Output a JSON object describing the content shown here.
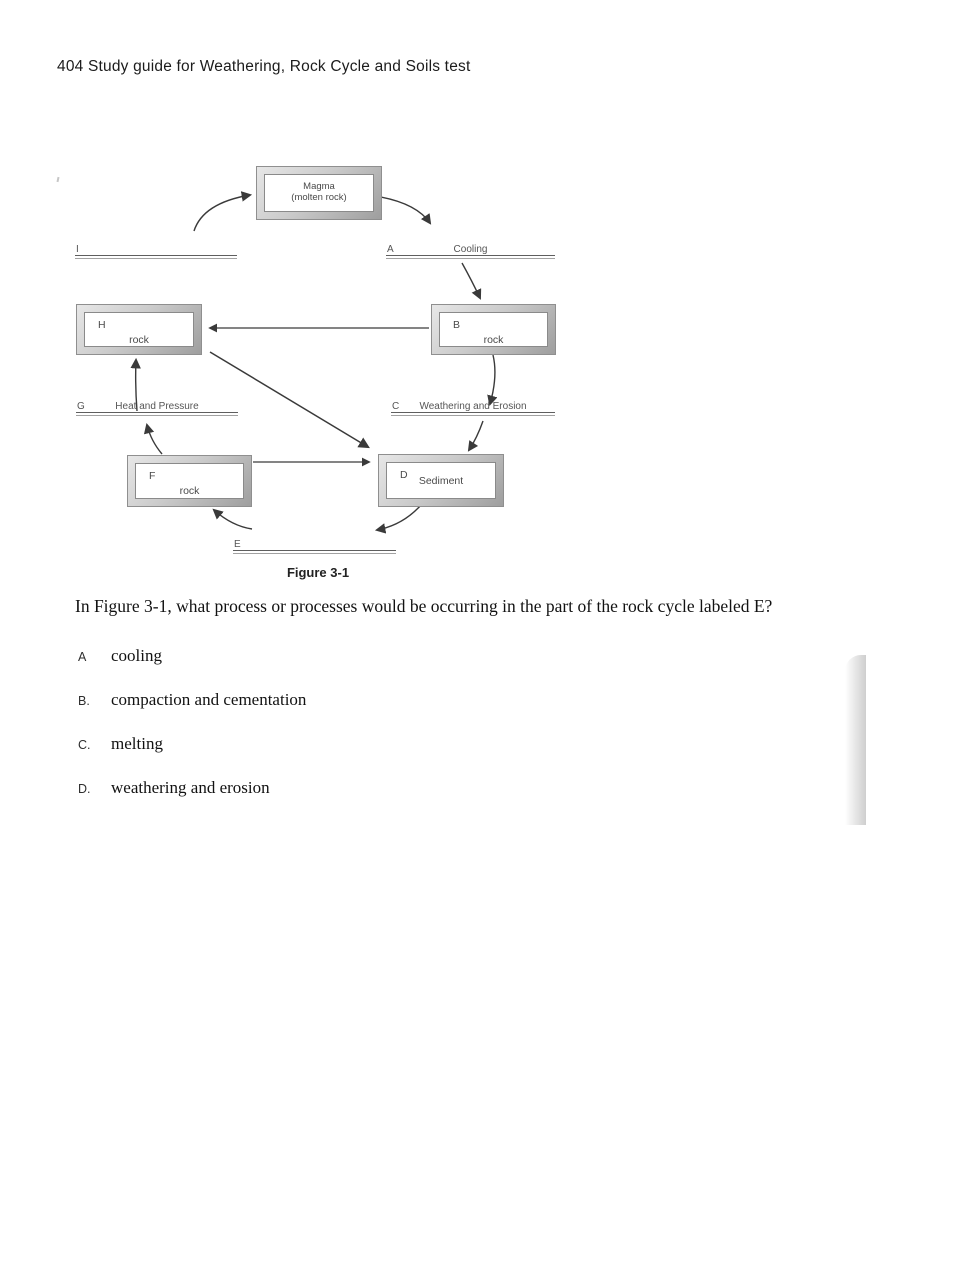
{
  "header": {
    "title": "404 Study guide for Weathering, Rock Cycle and Soils test"
  },
  "figure": {
    "caption": "Figure 3-1",
    "nodes": {
      "magma": {
        "label_line1": "Magma",
        "label_line2": "(molten rock)"
      },
      "h": {
        "letter": "H",
        "label": "rock"
      },
      "b": {
        "letter": "B",
        "label": "rock"
      },
      "f": {
        "letter": "F",
        "label": "rock"
      },
      "d": {
        "letter": "D",
        "label": "Sediment"
      }
    },
    "process_lines": {
      "i": {
        "letter": "I",
        "label": ""
      },
      "a": {
        "letter": "A",
        "label": "Cooling"
      },
      "g": {
        "letter": "G",
        "label": "Heat and Pressure"
      },
      "c": {
        "letter": "C",
        "label": "Weathering and Erosion"
      },
      "e": {
        "letter": "E",
        "label": ""
      }
    }
  },
  "question": {
    "prompt": "In Figure 3-1, what process or processes would be occurring in the part of the rock cycle labeled E?",
    "options": [
      {
        "letter": "A",
        "text": "cooling"
      },
      {
        "letter": "B.",
        "text": "compaction and cementation"
      },
      {
        "letter": "C.",
        "text": "melting"
      },
      {
        "letter": "D.",
        "text": "weathering and erosion"
      }
    ]
  },
  "colors": {
    "ink": "#1c1c1c",
    "diagram_line": "#3a3a3a",
    "box_frame_light": "#e7e7e7",
    "box_frame_dark": "#9e9e9e"
  }
}
